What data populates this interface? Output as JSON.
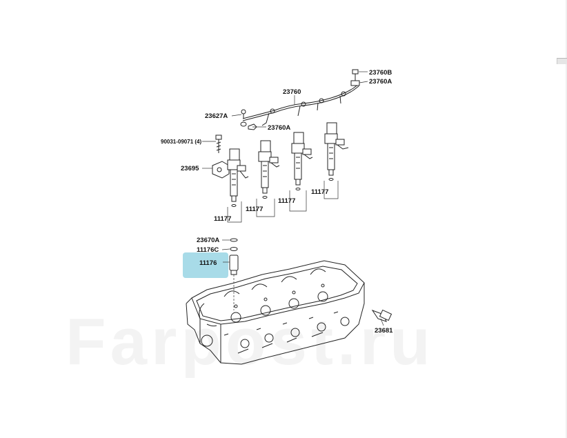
{
  "watermark": "Farpost.ru",
  "labels": {
    "p23760b": "23760B",
    "p23760a_top": "23760A",
    "p23760": "23760",
    "p23627a": "23627A",
    "p23760a_mid": "23760A",
    "p90031": "90031-09071 (4)",
    "p23695": "23695",
    "p11177_1": "11177",
    "p11177_2": "11177",
    "p11177_3": "11177",
    "p11177_4": "11177",
    "p23670a": "23670A",
    "p11176c": "11176C",
    "p11176": "11176",
    "p23681": "23681"
  },
  "highlight_color": "#a8dbe8"
}
